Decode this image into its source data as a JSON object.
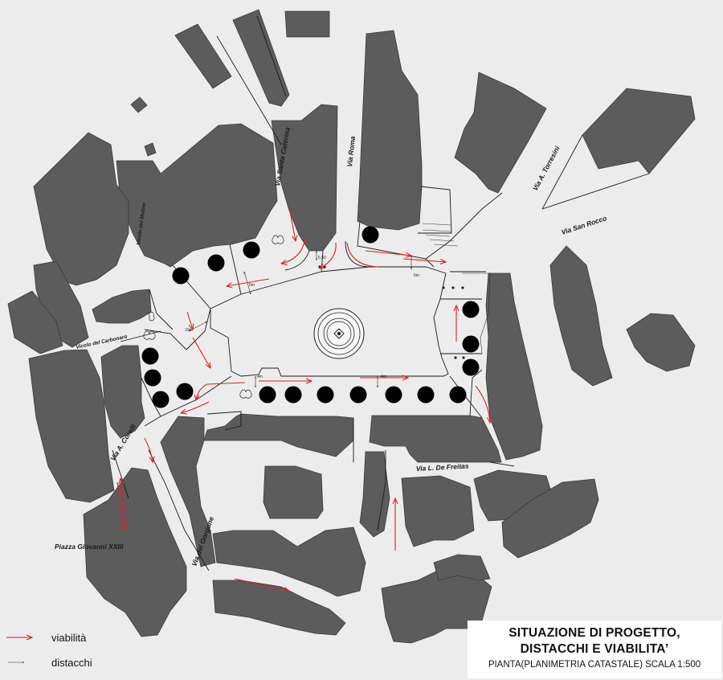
{
  "streets": {
    "santa_caterina": "Via Santa Caterina",
    "roma": "Via Roma",
    "torresini": "Via A. Torresini",
    "san_rocco": "Via San Rocco",
    "vicolo_mulino": "Vicolo del Mulino",
    "vicolo_carbonaro": "Vicolo del Carbonaro",
    "corelli": "Via A. Corelli",
    "gorgone": "Via del Gorgone",
    "de_freitas": "Via L. De Freitas",
    "piazza_giovanni": "Piazza Giovanni XXIII"
  },
  "dimensions": [
    "5,50",
    "6m",
    "10m",
    "4m",
    "4m",
    "6m"
  ],
  "legend": {
    "viabilita": "viabilità",
    "distacchi": "distacchi"
  },
  "title": {
    "line1": "SITUAZIONE DI PROGETTO,",
    "line2": "DISTACCHI E VIABILITA’",
    "line3": "PIANTA(PLANIMETRIA CATASTALE) SCALA 1:500"
  },
  "colors": {
    "building": "#5c5c5c",
    "background": "#ececec",
    "arrow": "#e02020"
  },
  "icons": [
    "tree-icon",
    "fountain-icon",
    "arrow-icon",
    "distacchi-line-icon"
  ]
}
